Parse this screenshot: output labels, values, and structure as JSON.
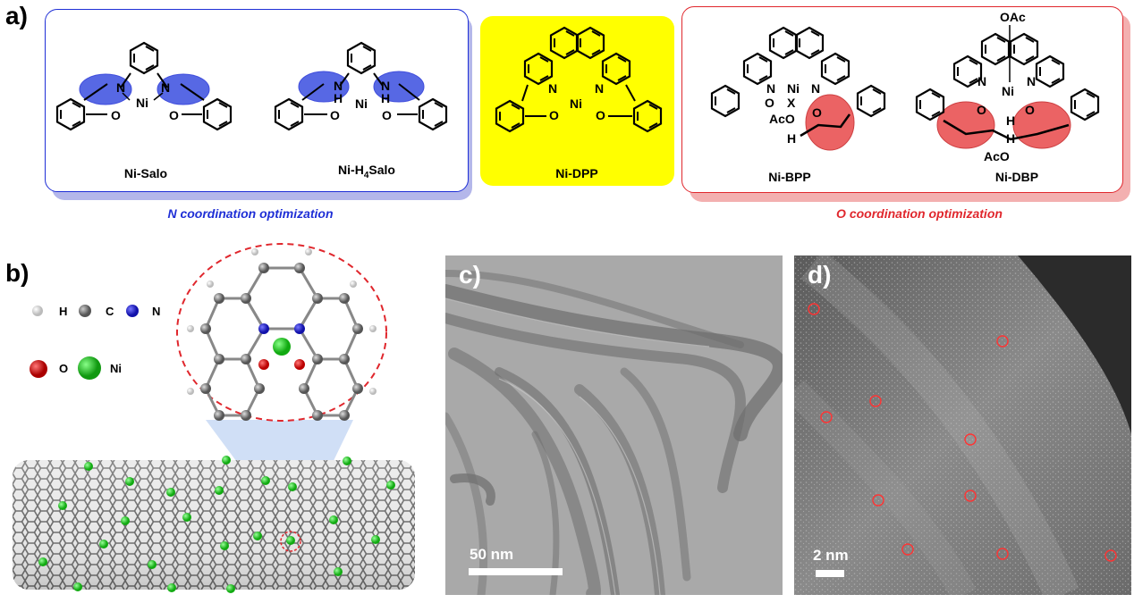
{
  "panels": {
    "a": "a)",
    "b": "b)",
    "c": "c)",
    "d": "d)"
  },
  "molecules": {
    "salo": "Ni-Salo",
    "h4salo_prefix": "Ni-H",
    "h4salo_sub": "4",
    "h4salo_suffix": "Salo",
    "dpp": "Ni-DPP",
    "bpp": "Ni-BPP",
    "dbp": "Ni-DBP"
  },
  "captions": {
    "n_opt": "N coordination optimization",
    "o_opt": "O coordination optimization"
  },
  "atoms": {
    "ni": "Ni",
    "n": "N",
    "o": "O",
    "h": "H",
    "nh": "NH",
    "aco": "AcO",
    "oac": "OAc"
  },
  "legend": {
    "h": "H",
    "c": "C",
    "n": "N",
    "o": "O",
    "ni": "Ni"
  },
  "scale": {
    "c": "50 nm",
    "d": "2 nm"
  },
  "colors": {
    "blue_frame": "#1f2fd6",
    "red_frame": "#e0272d",
    "yellow_fill": "#ffff00",
    "blue_shadow": "#b4b7ea",
    "red_shadow": "#f3b0b0",
    "ni_green": "#22cc22",
    "n_blue": "#1c1ccc",
    "o_red": "#dd1111",
    "c_gray": "#777777"
  }
}
